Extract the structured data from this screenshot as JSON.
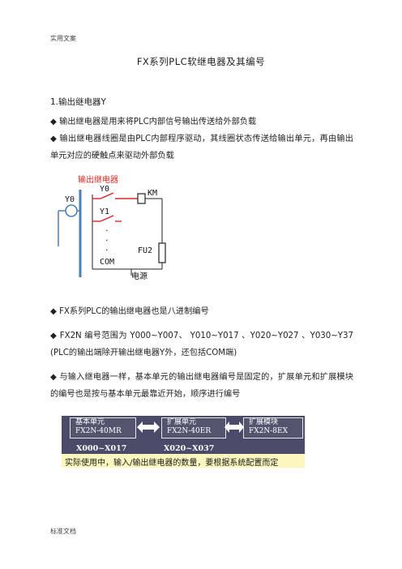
{
  "header": {
    "label": "实用文案"
  },
  "footer": {
    "label": "标准文档"
  },
  "document": {
    "title": "FX系列PLC软继电器及其编号",
    "section_heading": "1.输出继电器Y",
    "bullets_top": [
      "◆ 输出继电器是用来将PLC内部信号输出传送给外部负载",
      "◆ 输出继电器线圈是由PLC内部程序驱动，其线圈状态传送给输出单元，再由输出单元对应的硬触点来驱动外部负载"
    ],
    "bullets_bottom": [
      "◆  FX系列PLC的输出继电器也是八进制编号",
      "◆   FX2N 编号范围为 Y000~Y007、 Y010~Y017 、Y020~Y027 、Y030~Y37    (PLC的输出端除开输出继电器Y外，还包括COM端)",
      "◆ 与输入继电器一样，基本单元的输出继电器编号是固定的，扩展单元和扩展模块的编号也是按与基本单元最靠近开始，顺序进行编号"
    ]
  },
  "diagram": {
    "caption": "输出继电器",
    "coil_label": "Y0",
    "contact_labels": [
      "Y0",
      "Y1",
      "COM"
    ],
    "dots": [
      "·",
      "·",
      "·"
    ],
    "km_label": "KM",
    "fuse_label": "FU2",
    "power_label": "电源",
    "colors": {
      "caption": "#e8281e",
      "wire": "#d8282a",
      "coil": "#4a7fb8"
    }
  },
  "banner": {
    "boxes": [
      {
        "title": "基本单元",
        "model": "FX2N-40MR",
        "range": "X000~X017"
      },
      {
        "title": "扩展单元",
        "model": "FX2N-40ER",
        "range": "X020~X037"
      },
      {
        "title": "扩展模块",
        "model": "FX2N-8EX",
        "range": ""
      }
    ],
    "note": "实际使用中，输入/输出继电器的数量，要根据系统配置而定",
    "colors": {
      "background": "#4a4b69",
      "note_background": "#fbf7bf"
    }
  }
}
